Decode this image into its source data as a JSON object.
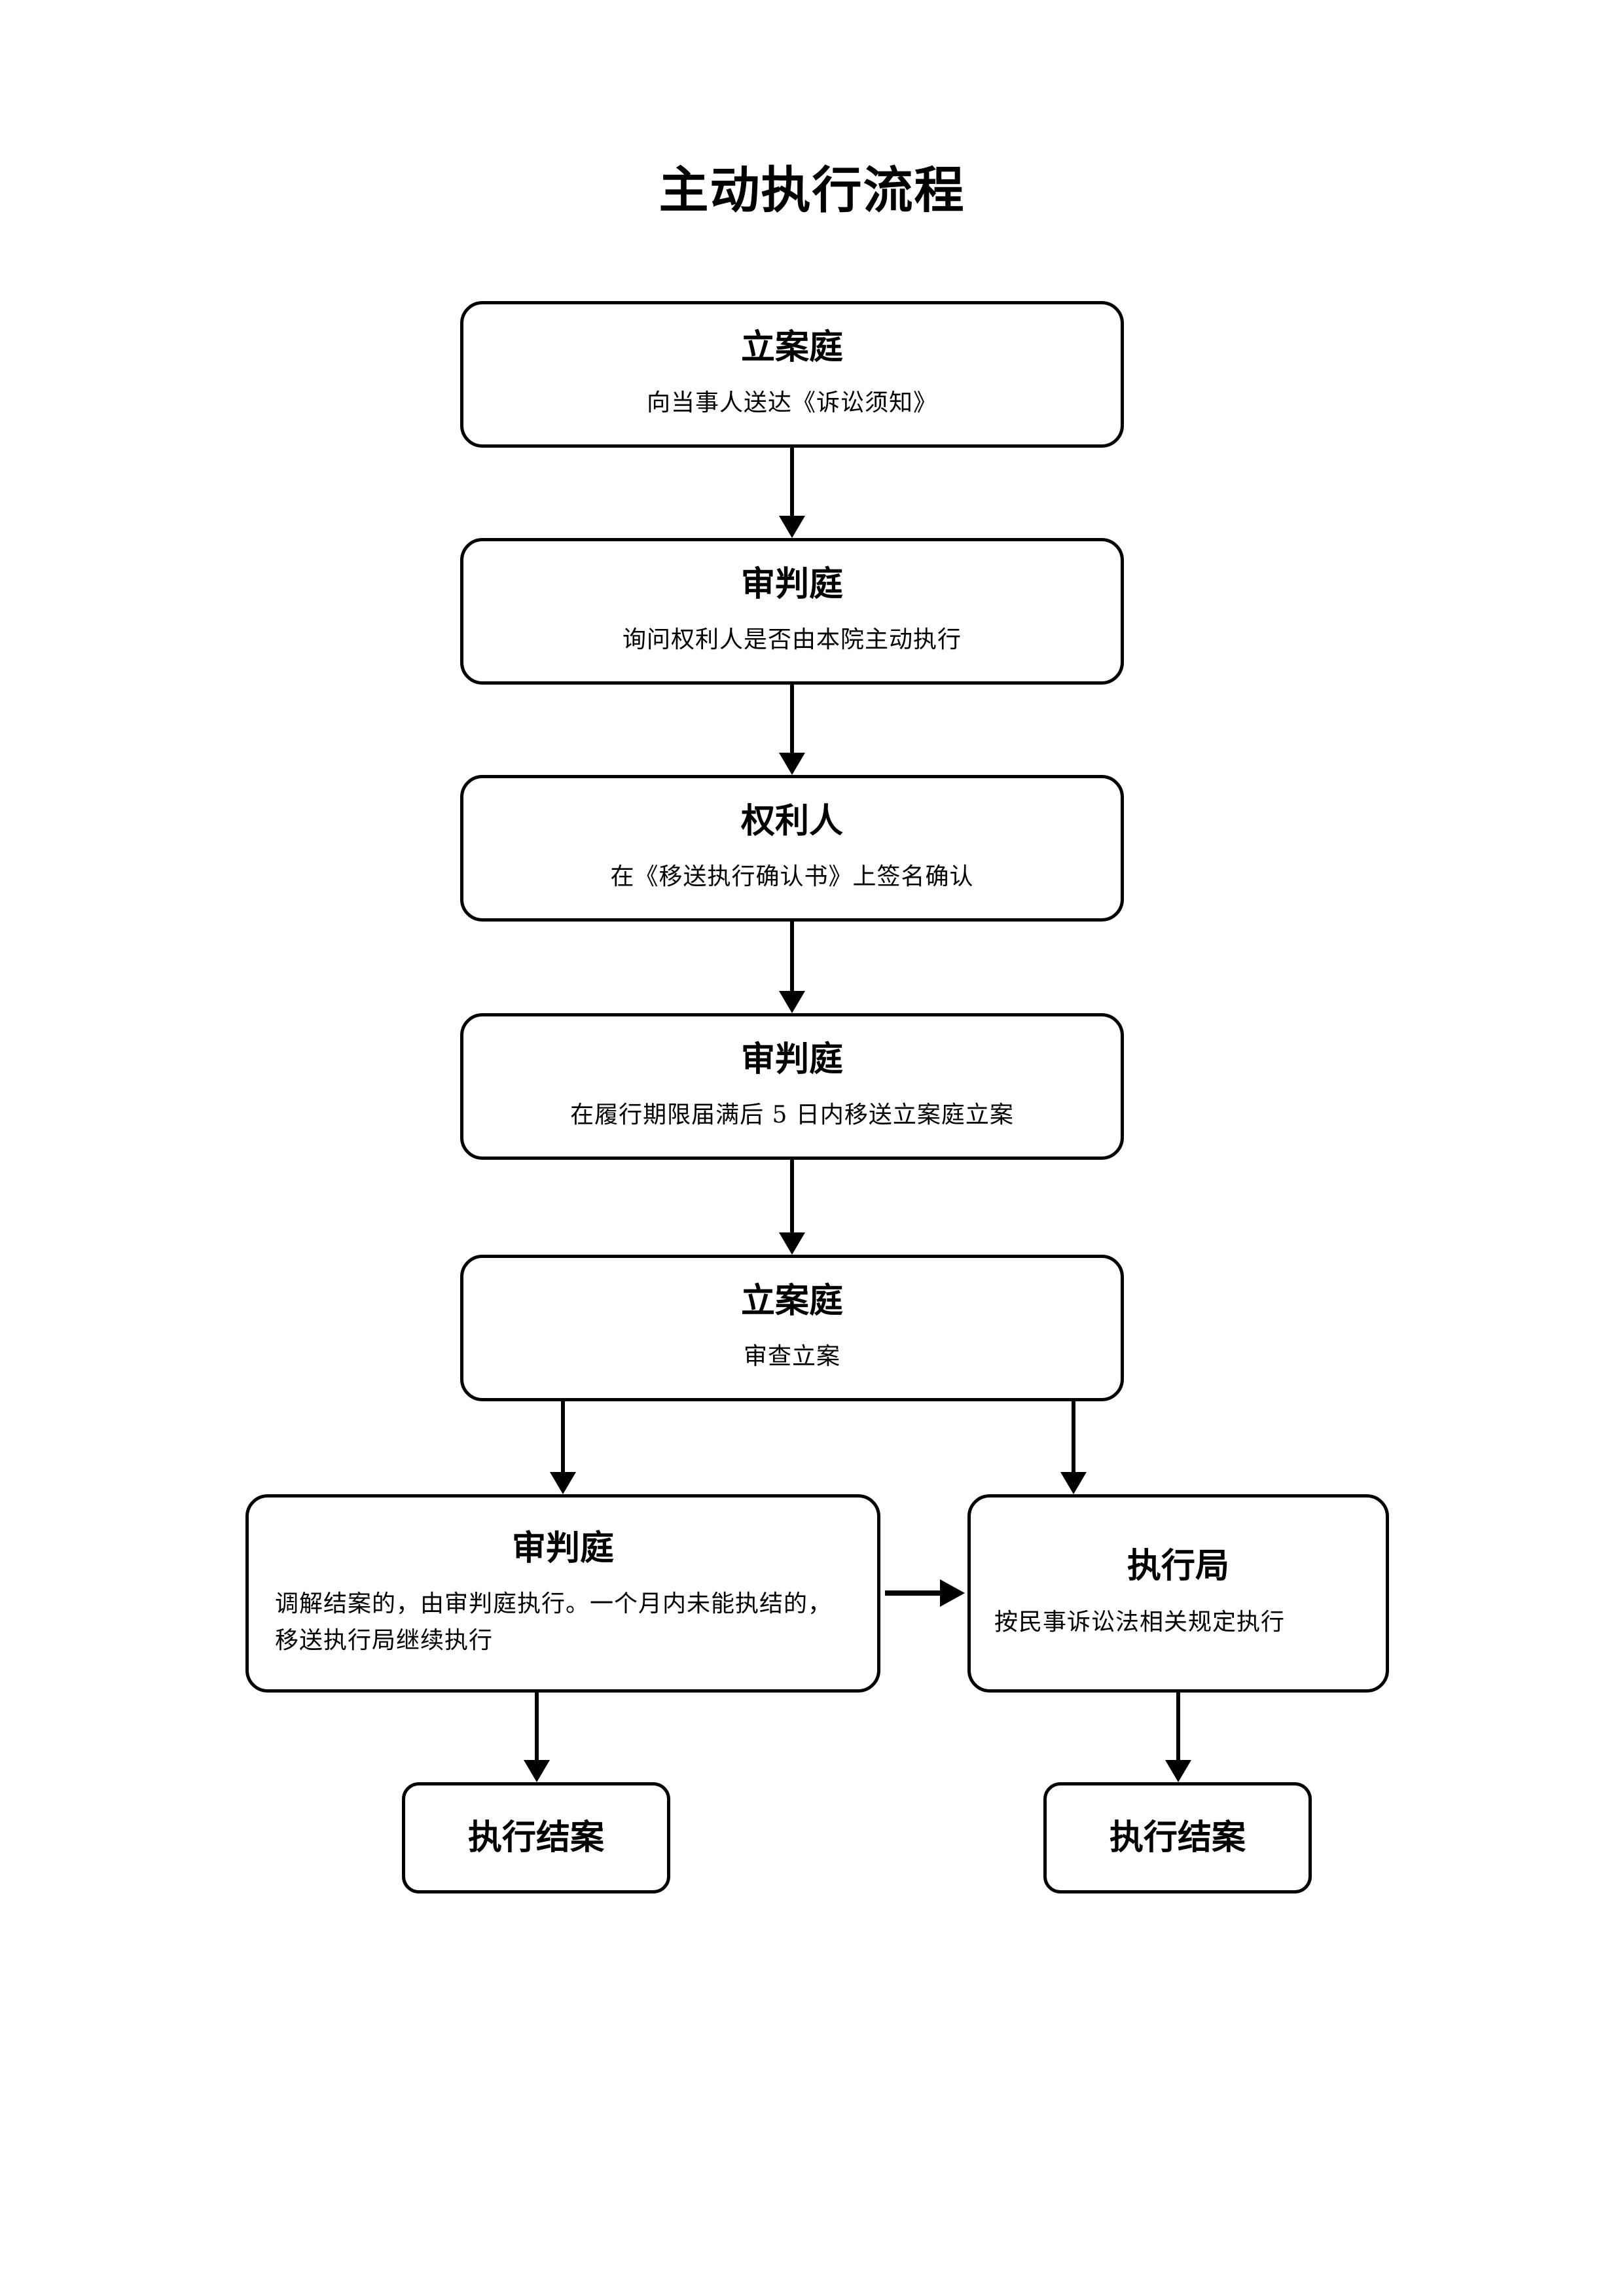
{
  "document": {
    "title": "主动执行流程"
  },
  "chart_data": {
    "type": "diagram",
    "title": "主动执行流程",
    "diagram_kind": "flowchart",
    "orientation": "top-to-bottom",
    "nodes": [
      {
        "id": "n1",
        "title": "立案庭",
        "subtitle": "向当事人送达《诉讼须知》"
      },
      {
        "id": "n2",
        "title": "审判庭",
        "subtitle": "询问权利人是否由本院主动执行"
      },
      {
        "id": "n3",
        "title": "权利人",
        "subtitle": "在《移送执行确认书》上签名确认"
      },
      {
        "id": "n4",
        "title": "审判庭",
        "subtitle": "在履行期限届满后 5 日内移送立案庭立案"
      },
      {
        "id": "n5",
        "title": "立案庭",
        "subtitle": "审查立案"
      },
      {
        "id": "n6",
        "title": "审判庭",
        "subtitle": "调解结案的，由审判庭执行。一个月内未能执结的，移送执行局继续执行"
      },
      {
        "id": "n7",
        "title": "执行局",
        "subtitle": "按民事诉讼法相关规定执行"
      },
      {
        "id": "n8",
        "title": "执行结案",
        "subtitle": ""
      },
      {
        "id": "n9",
        "title": "执行结案",
        "subtitle": ""
      }
    ],
    "edges": [
      {
        "from": "n1",
        "to": "n2",
        "direction": "down"
      },
      {
        "from": "n2",
        "to": "n3",
        "direction": "down"
      },
      {
        "from": "n3",
        "to": "n4",
        "direction": "down"
      },
      {
        "from": "n4",
        "to": "n5",
        "direction": "down"
      },
      {
        "from": "n5",
        "to": "n6",
        "direction": "down"
      },
      {
        "from": "n5",
        "to": "n7",
        "direction": "down"
      },
      {
        "from": "n6",
        "to": "n7",
        "direction": "right"
      },
      {
        "from": "n6",
        "to": "n8",
        "direction": "down"
      },
      {
        "from": "n7",
        "to": "n9",
        "direction": "down"
      }
    ],
    "colors": {
      "background": "#ffffff",
      "stroke": "#000000",
      "text": "#000000"
    }
  }
}
